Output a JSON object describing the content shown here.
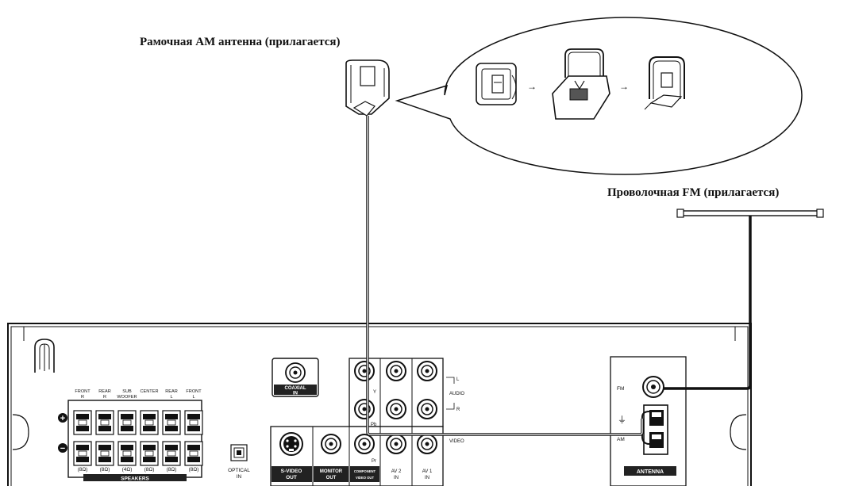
{
  "captions": {
    "am_antenna": "Рамочная АМ антенна (прилагается)",
    "fm_antenna": "Проволочная FM (прилагается)"
  },
  "speakers": {
    "channels": [
      {
        "name": "FRONT",
        "sub": "R",
        "ohm": "(8Ω)"
      },
      {
        "name": "REAR",
        "sub": "R",
        "ohm": "(8Ω)"
      },
      {
        "name": "SUB",
        "sub": "WOOFER",
        "ohm": "(4Ω)"
      },
      {
        "name": "CENTER",
        "sub": "",
        "ohm": "(8Ω)"
      },
      {
        "name": "REAR",
        "sub": "L",
        "ohm": "(8Ω)"
      },
      {
        "name": "FRONT",
        "sub": "L",
        "ohm": "(8Ω)"
      }
    ],
    "label": "SPEAKERS",
    "plus": "+",
    "minus": "−"
  },
  "jacks": {
    "coaxial": "COAXIAL",
    "coaxial_in": "IN",
    "optical": "OPTICAL",
    "optical_in": "IN",
    "svideo": "S-VIDEO",
    "svideo_out": "OUT",
    "monitor": "MONITOR",
    "monitor_out": "OUT",
    "component": "COMPONENT",
    "component_out": "VIDEO OUT",
    "av2": "AV 2",
    "av2_in": "IN",
    "av1": "AV 1",
    "av1_in": "IN",
    "y": "Y",
    "pb": "Pb",
    "pr": "Pr",
    "audio_l": "L",
    "audio": "AUDIO",
    "audio_r": "R",
    "video": "VIDEO"
  },
  "antenna": {
    "fm": "FM",
    "am": "AM",
    "label": "ANTENNA"
  },
  "colors": {
    "line": "#111111",
    "panel_label_bg": "#222222",
    "panel_label_text": "#ffffff"
  }
}
